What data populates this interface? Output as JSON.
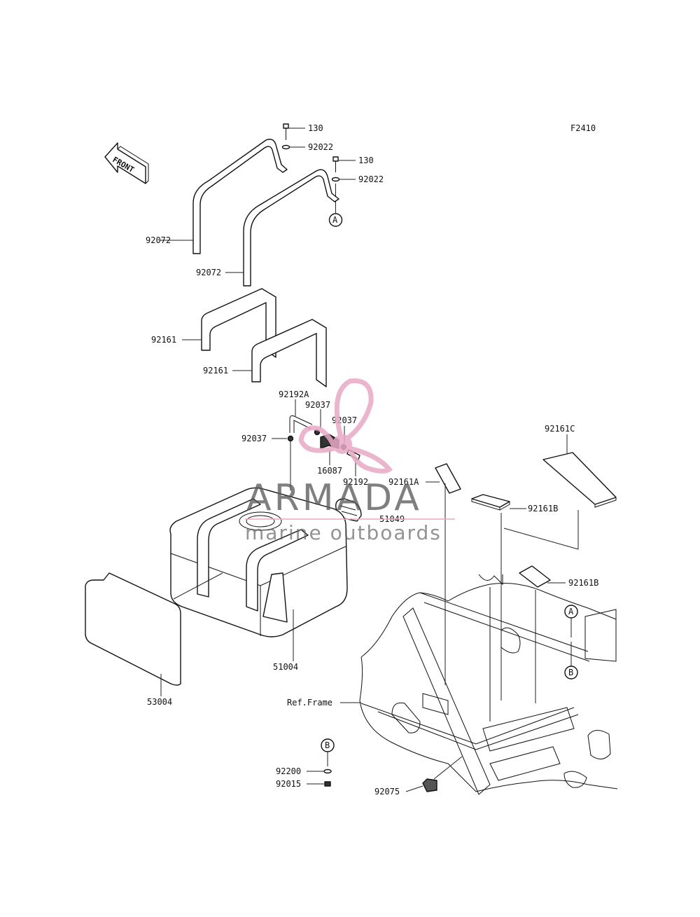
{
  "figure_id": "F2410",
  "front_label": "FRONT",
  "watermark": {
    "brand": "ARMADA",
    "tagline": "marine outboards",
    "accent_color": "#e9a9c6"
  },
  "parts": {
    "bolt_130_a": "130",
    "bolt_130_b": "130",
    "washer_92022_a": "92022",
    "washer_92022_b": "92022",
    "bracket_92072_a": "92072",
    "bracket_92072_b": "92072",
    "pad_92161_a": "92161",
    "pad_92161_b": "92161",
    "hose_92192A": "92192A",
    "clamp_92037_a": "92037",
    "clamp_92037_b": "92037",
    "clamp_92037_c": "92037",
    "valve_16087": "16087",
    "hose_92192": "92192",
    "cap_51049": "51049",
    "tank_51004": "51004",
    "cover_53004": "53004",
    "pad_92161A": "92161A",
    "pad_92161B_a": "92161B",
    "pad_92161B_b": "92161B",
    "pad_92161C": "92161C",
    "ref_frame": "Ref.Frame",
    "pad_92075": "92075",
    "washer_92200": "92200",
    "nut_92015": "92015"
  },
  "callouts": {
    "a_top": "A",
    "a_frame": "A",
    "b_frame": "B",
    "b_bottom": "B"
  }
}
